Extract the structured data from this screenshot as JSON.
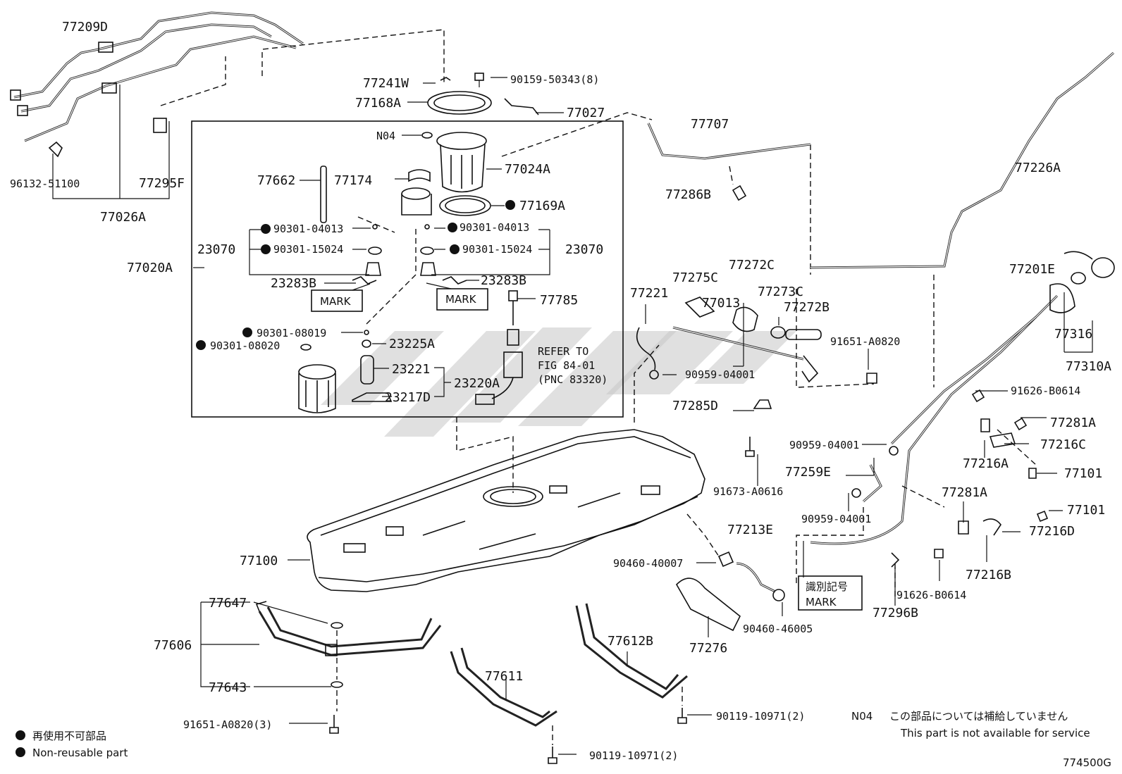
{
  "diagram_id": "774500G",
  "labels": {
    "p77209D": "77209D",
    "p96132": "96132-51100",
    "p77026A": "77026A",
    "p77295F": "77295F",
    "p77241W": "77241W",
    "p90159": "90159-50343(8)",
    "p77168A": "77168A",
    "p77027": "77027",
    "pN04": "N04",
    "p77024A": "77024A",
    "p77662": "77662",
    "p77174": "77174",
    "p77169A": "77169A",
    "p77020A": "77020A",
    "p23070L": "23070",
    "p23070R": "23070",
    "p90301_04013L": "90301-04013",
    "p90301_04013R": "90301-04013",
    "p90301_15024L": "90301-15024",
    "p90301_15024R": "90301-15024",
    "p23283BL": "23283B",
    "p23283BR": "23283B",
    "markL": "MARK",
    "markR": "MARK",
    "p77785": "77785",
    "p90301_08019": "90301-08019",
    "p90301_08020": "90301-08020",
    "p23225A": "23225A",
    "p23221": "23221",
    "p23220A": "23220A",
    "p23217D": "23217D",
    "refer1": "REFER TO",
    "refer2": "FIG 84-01",
    "refer3": "(PNC 83320)",
    "p77707": "77707",
    "p77286B": "77286B",
    "p77226A": "77226A",
    "p77275C": "77275C",
    "p77272C": "77272C",
    "p77221": "77221",
    "p77013": "77013",
    "p77273C": "77273C",
    "p77272B": "77272B",
    "p91651_A0820": "91651-A0820",
    "p90959_04001a": "90959-04001",
    "p77285D": "77285D",
    "p77201E": "77201E",
    "p77316": "77316",
    "p77310A": "77310A",
    "p91626_B0614a": "91626-B0614",
    "p77281Aa": "77281A",
    "p77216C": "77216C",
    "p77216A": "77216A",
    "p77101a": "77101",
    "p90959_04001b": "90959-04001",
    "p77259E": "77259E",
    "p91673": "91673-A0616",
    "p90959_04001c": "90959-04001",
    "p77281Ab": "77281A",
    "p77101b": "77101",
    "p77216D": "77216D",
    "p77213E": "77213E",
    "p90460_40007": "90460-40007",
    "p77216B": "77216B",
    "p91626_B0614b": "91626-B0614",
    "p77296B": "77296B",
    "p90460_46005": "90460-46005",
    "p77276": "77276",
    "mark_jp": "識別記号",
    "mark_en": "MARK",
    "p77100": "77100",
    "p77647": "77647",
    "p77606": "77606",
    "p77643": "77643",
    "p91651_A0820_3": "91651-A0820(3)",
    "p77611": "77611",
    "p77612B": "77612B",
    "p90119a": "90119-10971(2)",
    "p90119b": "90119-10971(2)"
  },
  "legend": {
    "non_reusable_jp": "再使用不可部品",
    "non_reusable_en": "Non-reusable part",
    "n04_code": "N04",
    "n04_jp": "この部品については補給していません",
    "n04_en": "This part is not available for service"
  }
}
